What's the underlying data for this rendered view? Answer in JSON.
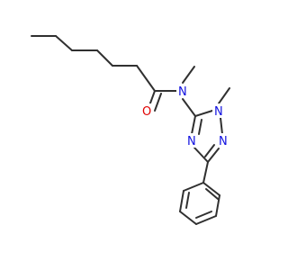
{
  "structure": {
    "atoms": {
      "carbonyl_oxygen": {
        "symbol": "O",
        "color": "#e00000"
      },
      "amide_nitrogen": {
        "symbol": "N",
        "color": "#1010e0"
      },
      "triazole_n1": {
        "symbol": "N",
        "color": "#1010e0"
      },
      "triazole_n2": {
        "symbol": "N",
        "color": "#1010e0"
      },
      "triazole_n4": {
        "symbol": "N",
        "color": "#1010e0"
      }
    },
    "bond_color": "#303030",
    "background": "#ffffff"
  }
}
